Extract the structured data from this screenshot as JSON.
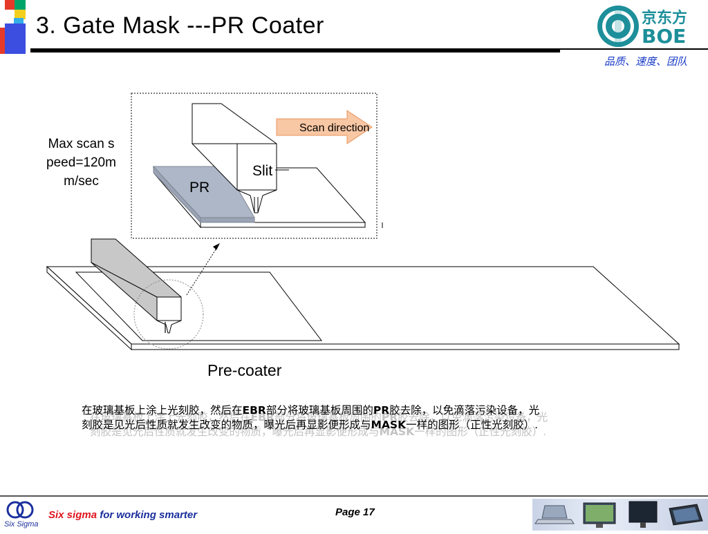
{
  "header": {
    "title": "3. Gate Mask ---PR Coater",
    "slogan": "品质、速度、团队",
    "logo": {
      "cn": "京东方",
      "en": "BOE",
      "icon": "boe-logo-icon"
    }
  },
  "diagram": {
    "scan_direction": "Scan direction",
    "slit": "Slit",
    "pr": "PR",
    "speed_note": "Max scan s\npeed=120m\nm/sec",
    "precoater": "Pre-coater"
  },
  "description": {
    "p1": "在玻璃基板上涂上光刻胶，然后在",
    "b1": "EBR",
    "p2": "部分将玻璃基板周围的",
    "b2": "PR",
    "p3": "胶去除，以免滴落污染设备，光刻胶是见光后性质就发生改变的物质，曝光后再显影便形成与",
    "b3": "MASK",
    "p4": "一样的图形（正性光刻胶）."
  },
  "footer": {
    "sixsigma": "Six sigma",
    "tagline": " for working smarter",
    "page": "Page 17",
    "logo_icon": "six-sigma-logo-icon",
    "devices_icon": "computer-devices-icon"
  },
  "colors": {
    "title_line": "#000000",
    "slogan": "#1a3cc8",
    "arrow_fill": "#f8c7a4",
    "pr_fill": "#aeb7c7",
    "beam_fill": "#c8c8c8",
    "footer_blue": "#1a2f9c",
    "footer_red": "#e0141e"
  }
}
